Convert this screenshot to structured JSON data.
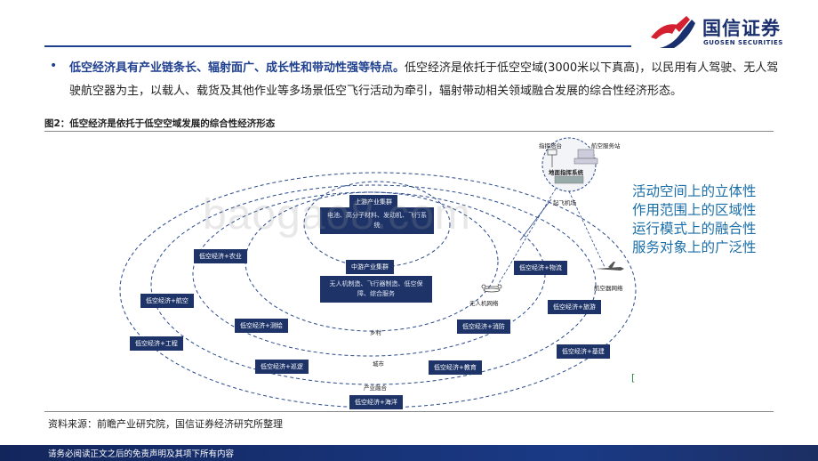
{
  "brand": {
    "name_cn": "国信证券",
    "name_en": "GUOSEN SECURITIES",
    "colors": {
      "primary": "#1a2f6e",
      "accent_red": "#d42030",
      "accent_blue": "#1a6ea8"
    }
  },
  "bullet": {
    "highlight": "低空经济具有产业链条长、辐射面广、成长性和带动性强等特点。",
    "text": "低空经济是依托于低空空域(3000米以下真高)，以民用有人驾驶、无人驾驶航空器为主，以载人、载货及其他作业等多场景低空飞行活动为牵引，辐射带动相关领域融合发展的综合性经济形态。"
  },
  "figure": {
    "title": "图2：低空经济是依托于低空空域发展的综合性经济形态",
    "upstream": {
      "title": "上游产业集群",
      "body": "电池、高分子材料、发动机、飞行系统"
    },
    "midstream": {
      "title": "中游产业集群",
      "body": "无人机制造、飞行器制造、低空保障、综合服务"
    },
    "labels": {
      "command_tower": "指挥塔台",
      "service_station": "航空服务站",
      "ground_system": "地面指挥系统",
      "airport": "起飞机场",
      "drone_network": "无人机网络",
      "aircraft_network": "航空器网络",
      "village": "乡村",
      "city": "城市",
      "industry_fusion": "产业融合"
    },
    "apps": {
      "agriculture": "低空经济+农业",
      "logistics": "低空经济+物流",
      "aviation": "低空经济+航空",
      "tourism": "低空经济+旅游",
      "survey": "低空经济+测绘",
      "firefighting": "低空经济+消防",
      "engineering": "低空经济+工程",
      "construction": "低空经济+基建",
      "patrol": "低空经济+巡逻",
      "education": "低空经济+教育",
      "ocean": "低空经济+海洋"
    },
    "features": [
      "活动空间上的立体性",
      "作用范围上的区域性",
      "运行模式上的融合性",
      "服务对象上的广泛性"
    ]
  },
  "source": "资料来源：前瞻产业研究院，国信证券经济研究所整理",
  "footer": "请务必阅读正文之后的免责声明及其项下所有内容",
  "watermark": "baogao8.com"
}
